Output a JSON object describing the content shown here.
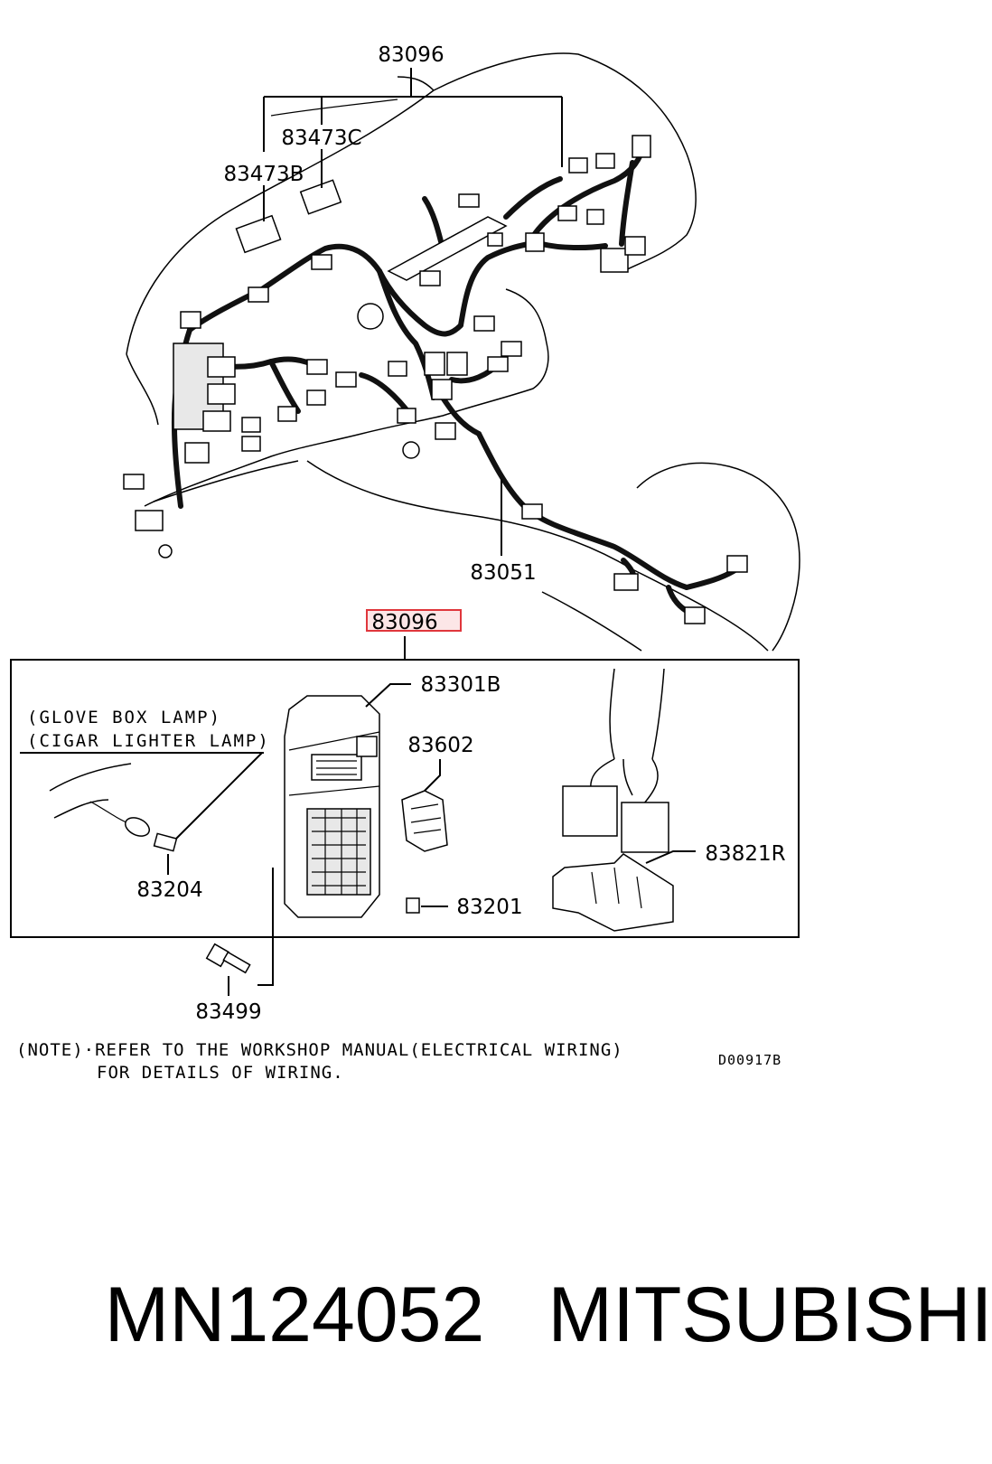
{
  "diagram": {
    "labels": {
      "harness_top": "83096",
      "clip_c": "83473C",
      "clip_b": "83473B",
      "harness_floor": "83051",
      "harness_detail": "83096",
      "junction_block": "83301B",
      "fuse_holder": "83602",
      "relay": "83821R",
      "socket": "83204",
      "fuse": "83201",
      "bolt": "83499"
    },
    "callout_lines": [
      "(GLOVE BOX LAMP)",
      "(CIGAR LIGHTER LAMP)"
    ],
    "note_lines": [
      "(NOTE)·REFER TO THE WORKSHOP MANUAL(ELECTRICAL WIRING)",
      "FOR DETAILS OF WIRING."
    ],
    "drawing_code": "D00917B",
    "highlight_color": "#e0363c"
  },
  "footer": {
    "part_number": "MN124052",
    "brand": "MITSUBISHI"
  }
}
